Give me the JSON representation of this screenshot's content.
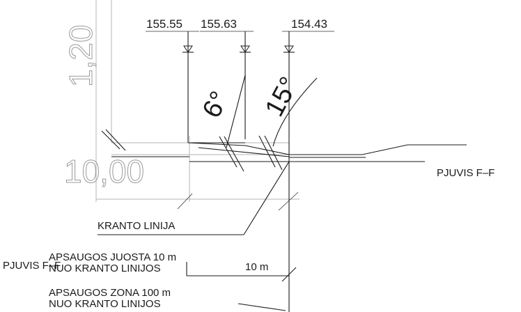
{
  "drawing": {
    "levels": [
      "155.55",
      "155.63",
      "154.43"
    ],
    "slopes": [
      "6°",
      "15°"
    ],
    "vertical_dim": "1,20",
    "horizontal_dim": "10,00",
    "section_label_right": "PJUVIS F–F",
    "section_label_left": "PJUVIS F–F",
    "shore_line_label": "KRANTO LINIJA",
    "strip_label_line1": "APSAUGOS JUOSTA 10 m",
    "strip_label_line2": "NUO KRANTO LINIJOS",
    "strip_width": "10 m",
    "zone_label_line1": "APSAUGOS ZONA 100 m",
    "zone_label_line2": "NUO KRANTO LINIJOS"
  }
}
